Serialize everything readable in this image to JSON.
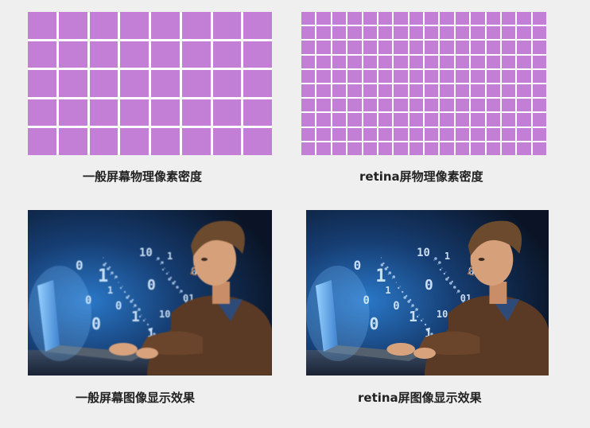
{
  "captions": {
    "normal_density": "一般屏幕物理像素密度",
    "retina_density": "retina屏物理像素密度",
    "normal_display": "一般屏幕图像显示效果",
    "retina_display": "retina屏图像显示效果"
  },
  "grids": {
    "normal": {
      "columns": 8,
      "rows": 5
    },
    "retina": {
      "columns": 16,
      "rows": 10
    }
  },
  "colors": {
    "pixel": "#c37ed6",
    "gap": "#ffffff",
    "background": "#efefef"
  },
  "photo": {
    "subject": "man typing on laptop with glowing binary digits",
    "digits": [
      "0",
      "1",
      "10",
      "0",
      "1",
      "0",
      "1",
      "01",
      "0",
      "1"
    ]
  }
}
